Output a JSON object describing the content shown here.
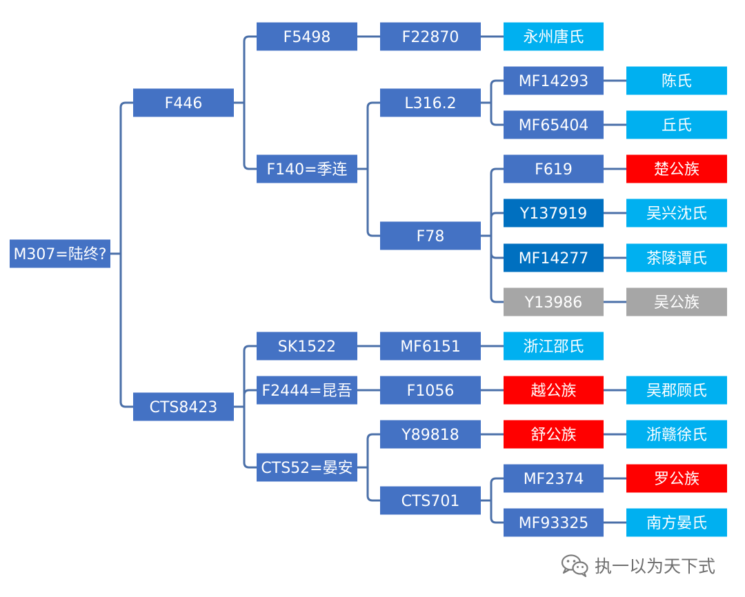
{
  "colors": {
    "steel_blue": "#4472c4",
    "dark_blue": "#0070c0",
    "sky_blue": "#00b0f0",
    "red": "#ff0000",
    "gray": "#a6a6a6",
    "connector": "#4a6fa8"
  },
  "tree": {
    "nodes": [
      {
        "id": "root",
        "label": "M307=陆终?",
        "color": "steel_blue"
      },
      {
        "id": "f446",
        "label": "F446",
        "color": "steel_blue",
        "parent": "root"
      },
      {
        "id": "cts8423",
        "label": "CTS8423",
        "color": "steel_blue",
        "parent": "root"
      },
      {
        "id": "f5498",
        "label": "F5498",
        "color": "steel_blue",
        "parent": "f446"
      },
      {
        "id": "f140",
        "label": "F140=季连",
        "color": "steel_blue",
        "parent": "f446"
      },
      {
        "id": "sk1522",
        "label": "SK1522",
        "color": "steel_blue",
        "parent": "cts8423"
      },
      {
        "id": "f2444",
        "label": "F2444=昆吾",
        "color": "steel_blue",
        "parent": "cts8423"
      },
      {
        "id": "cts52",
        "label": "CTS52=晏安",
        "color": "steel_blue",
        "parent": "cts8423"
      },
      {
        "id": "f22870",
        "label": "F22870",
        "color": "steel_blue",
        "parent": "f5498"
      },
      {
        "id": "l316",
        "label": "L316.2",
        "color": "steel_blue",
        "parent": "f140"
      },
      {
        "id": "f78",
        "label": "F78",
        "color": "steel_blue",
        "parent": "f140"
      },
      {
        "id": "mf6151",
        "label": "MF6151",
        "color": "steel_blue",
        "parent": "sk1522"
      },
      {
        "id": "f1056",
        "label": "F1056",
        "color": "steel_blue",
        "parent": "f2444"
      },
      {
        "id": "y89818",
        "label": "Y89818",
        "color": "steel_blue",
        "parent": "cts52"
      },
      {
        "id": "cts701",
        "label": "CTS701",
        "color": "steel_blue",
        "parent": "cts52"
      },
      {
        "id": "yongzhou",
        "label": "永州唐氏",
        "color": "sky_blue",
        "parent": "f22870"
      },
      {
        "id": "mf14293",
        "label": "MF14293",
        "color": "steel_blue",
        "parent": "l316"
      },
      {
        "id": "mf65404",
        "label": "MF65404",
        "color": "steel_blue",
        "parent": "l316"
      },
      {
        "id": "f619",
        "label": "F619",
        "color": "steel_blue",
        "parent": "f78"
      },
      {
        "id": "y137919",
        "label": "Y137919",
        "color": "dark_blue",
        "parent": "f78"
      },
      {
        "id": "mf14277",
        "label": "MF14277",
        "color": "dark_blue",
        "parent": "f78"
      },
      {
        "id": "y13986",
        "label": "Y13986",
        "color": "gray",
        "parent": "f78"
      },
      {
        "id": "zhejiangshao",
        "label": "浙江邵氏",
        "color": "sky_blue",
        "parent": "mf6151"
      },
      {
        "id": "yuegong",
        "label": "越公族",
        "color": "red",
        "parent": "f1056"
      },
      {
        "id": "shugong",
        "label": "舒公族",
        "color": "red",
        "parent": "y89818"
      },
      {
        "id": "mf2374",
        "label": "MF2374",
        "color": "steel_blue",
        "parent": "cts701"
      },
      {
        "id": "mf93325",
        "label": "MF93325",
        "color": "steel_blue",
        "parent": "cts701"
      },
      {
        "id": "chen",
        "label": "陈氏",
        "color": "sky_blue",
        "parent": "mf14293"
      },
      {
        "id": "qiu",
        "label": "丘氏",
        "color": "sky_blue",
        "parent": "mf65404"
      },
      {
        "id": "chugong",
        "label": "楚公族",
        "color": "red",
        "parent": "f619"
      },
      {
        "id": "wuxingshen",
        "label": "吴兴沈氏",
        "color": "sky_blue",
        "parent": "y137919"
      },
      {
        "id": "chalingtan",
        "label": "茶陵谭氏",
        "color": "sky_blue",
        "parent": "mf14277"
      },
      {
        "id": "wugong",
        "label": "吴公族",
        "color": "gray",
        "parent": "y13986"
      },
      {
        "id": "wujungu",
        "label": "吴郡顾氏",
        "color": "sky_blue",
        "parent": "yuegong"
      },
      {
        "id": "zheganxu",
        "label": "浙赣徐氏",
        "color": "sky_blue",
        "parent": "shugong"
      },
      {
        "id": "luogong",
        "label": "罗公族",
        "color": "red",
        "parent": "mf2374"
      },
      {
        "id": "nanfangyan",
        "label": "南方晏氏",
        "color": "sky_blue",
        "parent": "mf93325"
      }
    ]
  },
  "watermark": {
    "icon": "wechat-icon",
    "text": "执一以为天下式"
  }
}
